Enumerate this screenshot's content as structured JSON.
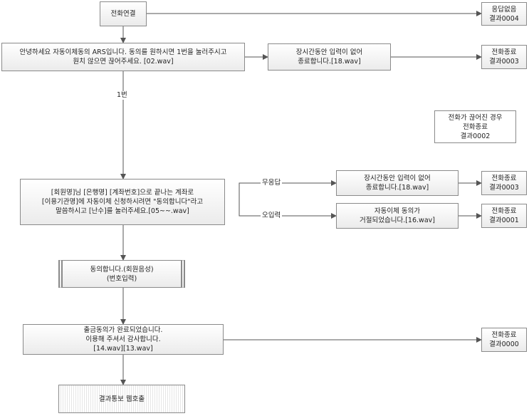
{
  "nodes": {
    "call_connect": "전화연결",
    "no_answer": "응답없음\n결과0004",
    "greeting": "안녕하세요 자동이체동의 ARS입니다. 동의를 원하시면 1번을 눌러주시고\n원치 않으면 끊어주세요. [02.wav]",
    "timeout_1": "장시간동안 입력이 없어\n종료합니다.[18.wav]",
    "end_0003_a": "전화종료\n결과0003",
    "hangup_note": "전화가 끊어진 경우\n전화종료\n결과0002",
    "consent_prompt": "[회원명]님 [은행명] [계좌번호]으로 끝나는 계좌로\n[이용기관명]에  자동이체 신청하시려면 \"동의합니다\"라고\n말씀하시고 [난수]를 눌러주세요.[05~~.wav]",
    "timeout_2": "장시간동안 입력이 없어\n종료합니다.[18.wav]",
    "end_0003_b": "전화종료\n결과0003",
    "rejected": "자동이체 동의가\n거절되었습니다.[16.wav]",
    "end_0001": "전화종료\n결과0001",
    "agree_voice": "동의합니다.(회원음성)\n(번호입력)",
    "complete": "출금동의가 완료되었습니다.\n이용해 주셔서 감사합니다.\n[14.wav][13.wav]",
    "end_0000": "전화종료\n결과0000",
    "result_callback": "결과통보 웹호출"
  },
  "edge_labels": {
    "press_1": "1번",
    "no_response": "무응답",
    "wrong_input": "오입력"
  },
  "colors": {
    "line": "#555555",
    "border": "#8a8a8a"
  }
}
